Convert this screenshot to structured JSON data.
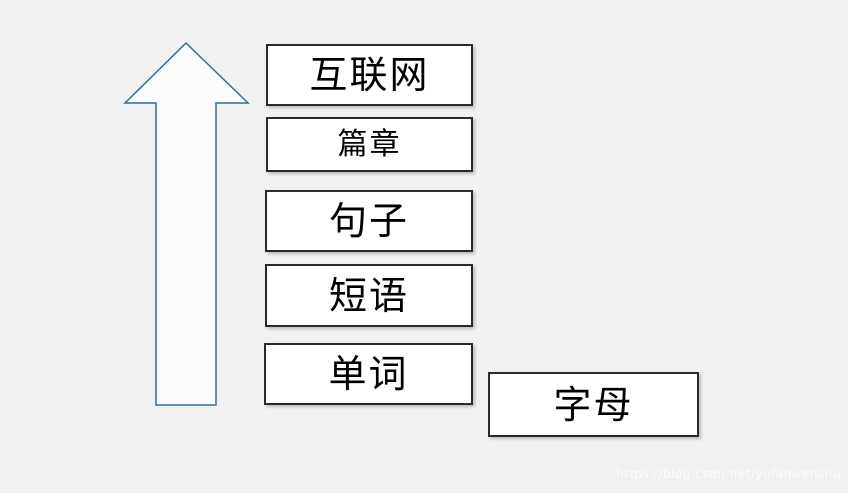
{
  "theme": {
    "background": "#f1f1f1",
    "box_fill": "#ffffff",
    "box_border": "#2a2a2a",
    "arrow_stroke": "#336e91",
    "arrow_fill": "#fbfbfb",
    "text_color": "#000000",
    "watermark_color": "#fdfdfd"
  },
  "diagram": {
    "arrow": {
      "icon": "up-arrow",
      "direction": "up"
    },
    "levels": [
      {
        "id": "internet",
        "label": "互联网"
      },
      {
        "id": "passage",
        "label": "篇章"
      },
      {
        "id": "sentence",
        "label": "句子"
      },
      {
        "id": "phrase",
        "label": "短语"
      },
      {
        "id": "word",
        "label": "单词"
      },
      {
        "id": "letter",
        "label": "字母"
      }
    ]
  },
  "watermark": {
    "text": "https://blog.csdn.net/yufanwenshu"
  }
}
